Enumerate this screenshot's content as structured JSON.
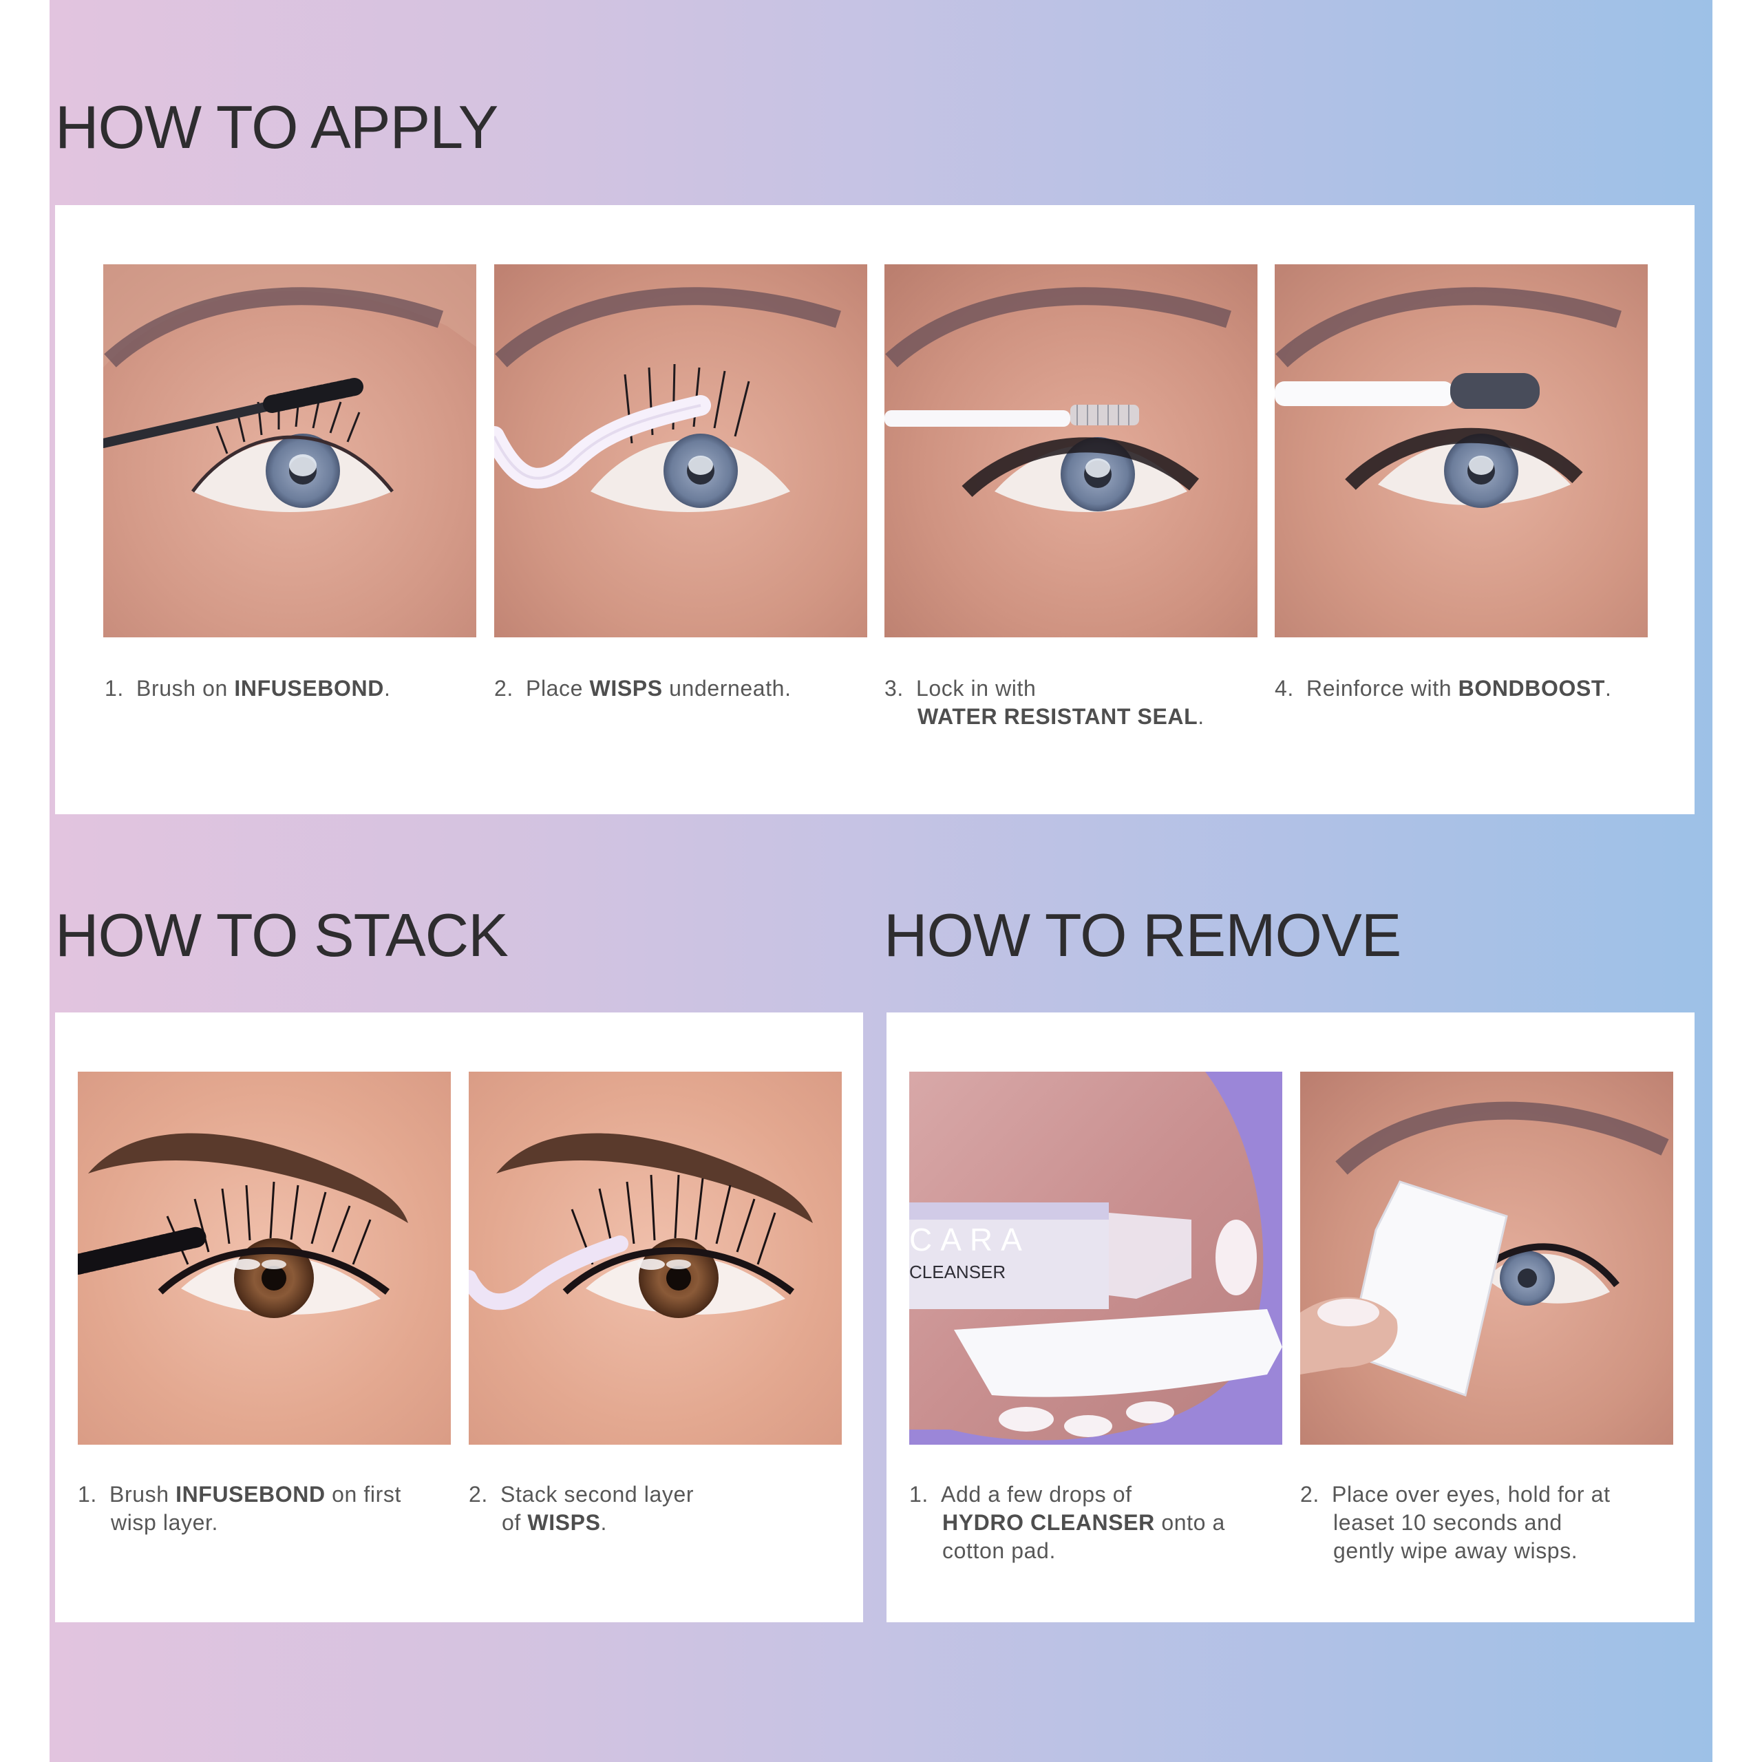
{
  "colors": {
    "gradient_left": "#e2c4df",
    "gradient_right": "#9dc1e7",
    "card": "#ffffff",
    "heading_text": "#2e2d2f",
    "caption_text": "#575757"
  },
  "apply": {
    "heading": "HOW TO APPLY",
    "steps": [
      {
        "num": "1.",
        "image": "eye-applying-infusebond-mascara-wand",
        "pre": "Brush on ",
        "bold": "INFUSEBOND",
        "post": ".",
        "line2_pre": "",
        "line2_bold": "",
        "line2_post": ""
      },
      {
        "num": "2.",
        "image": "eye-placing-wisps-with-applicator",
        "pre": "Place ",
        "bold": "WISPS",
        "post": " underneath.",
        "line2_pre": "",
        "line2_bold": "",
        "line2_post": ""
      },
      {
        "num": "3.",
        "image": "eye-sealing-with-clear-wand",
        "pre": "Lock in with",
        "bold": "",
        "post": "",
        "line2_pre": "",
        "line2_bold": "WATER RESISTANT SEAL",
        "line2_post": "."
      },
      {
        "num": "4.",
        "image": "eye-reinforcing-with-bondboost-wand",
        "pre": "Reinforce with ",
        "bold": "BONDBOOST",
        "post": ".",
        "line2_pre": "",
        "line2_bold": "",
        "line2_post": ""
      }
    ]
  },
  "stack": {
    "heading": "HOW TO STACK",
    "steps": [
      {
        "num": "1.",
        "image": "brown-eye-brushing-infusebond",
        "pre": "Brush ",
        "bold": "INFUSEBOND",
        "post": " on first",
        "line2_pre": "wisp layer.",
        "line2_bold": "",
        "line2_post": ""
      },
      {
        "num": "2.",
        "image": "brown-eye-stacking-wisps",
        "pre": "Stack second layer",
        "bold": "",
        "post": "",
        "line2_pre": "of ",
        "line2_bold": "WISPS",
        "line2_post": "."
      }
    ]
  },
  "remove": {
    "heading": "HOW TO REMOVE",
    "steps": [
      {
        "num": "1.",
        "image": "hydro-cleanser-bottle-onto-cotton-pad",
        "bottle_brand": "CARA",
        "bottle_label": "CLEANSER",
        "pre": "Add a few drops of",
        "bold": "",
        "post": "",
        "line2_pre": "",
        "line2_bold": "HYDRO CLEANSER",
        "line2_post": " onto a",
        "line3": "cotton pad."
      },
      {
        "num": "2.",
        "image": "cotton-pad-over-eye",
        "pre": "Place over eyes, hold for at",
        "bold": "",
        "post": "",
        "line2_pre": "leaset 10 seconds and",
        "line2_bold": "",
        "line2_post": "",
        "line3": "gently wipe away wisps."
      }
    ]
  }
}
